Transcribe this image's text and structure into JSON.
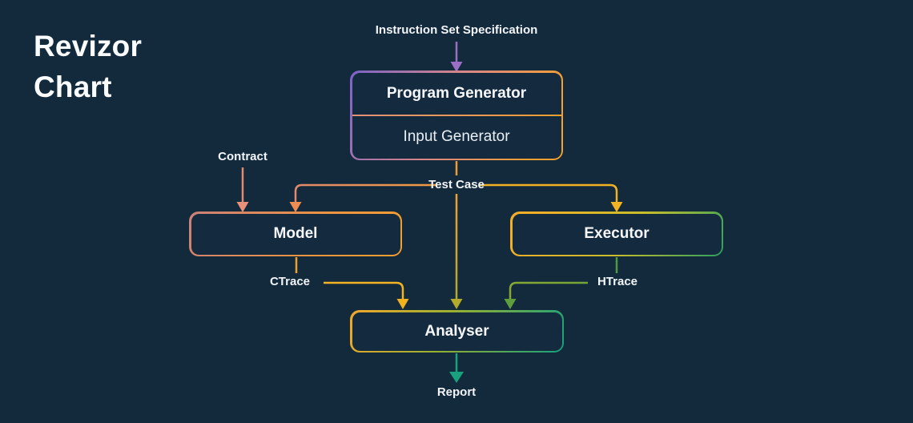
{
  "title": {
    "line1": "Revizor",
    "line2": "Chart"
  },
  "diagram": {
    "nodes": {
      "program_generator": "Program Generator",
      "input_generator": "Input Generator",
      "model": "Model",
      "executor": "Executor",
      "analyser": "Analyser"
    },
    "labels": {
      "instruction_set_specification": "Instruction Set Specification",
      "contract": "Contract",
      "test_case": "Test Case",
      "ctrace": "CTrace",
      "htrace": "HTrace",
      "report": "Report"
    },
    "colors": {
      "background": "#132a3d",
      "purple": "#9c6fc6",
      "salmon": "#e18a6e",
      "orange": "#f0953f",
      "gold": "#f2b224",
      "olive": "#b3a92b",
      "green": "#5f9e3c",
      "teal": "#18a37e"
    }
  }
}
